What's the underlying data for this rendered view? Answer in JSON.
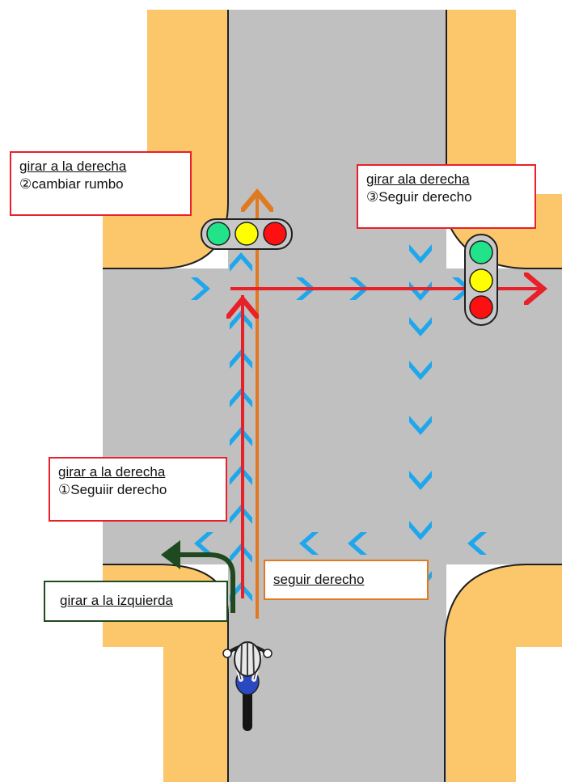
{
  "labels": {
    "label_2": {
      "line1": "girar a la derecha",
      "line2": "②cambiar  rumbo"
    },
    "label_3": {
      "line1": "girar ala  derecha",
      "line2": "③Seguir derecho"
    },
    "label_1": {
      "line1": "girar a la derecha",
      "line2": "①Seguiir derecho"
    },
    "straight": {
      "line1": "seguir  derecho"
    },
    "left": {
      "line1": "girar a la izquierda"
    }
  },
  "colors": {
    "sidewalk": "#fcc66b",
    "road": "#c0c0c0",
    "cyan_arrow": "#1ea7ec",
    "red_path": "#e8202a",
    "orange_path": "#e07a20",
    "green_path": "#1f4a1f",
    "light_green": "#22e28a",
    "light_yellow": "#ffff00",
    "light_red": "#ff1010"
  }
}
